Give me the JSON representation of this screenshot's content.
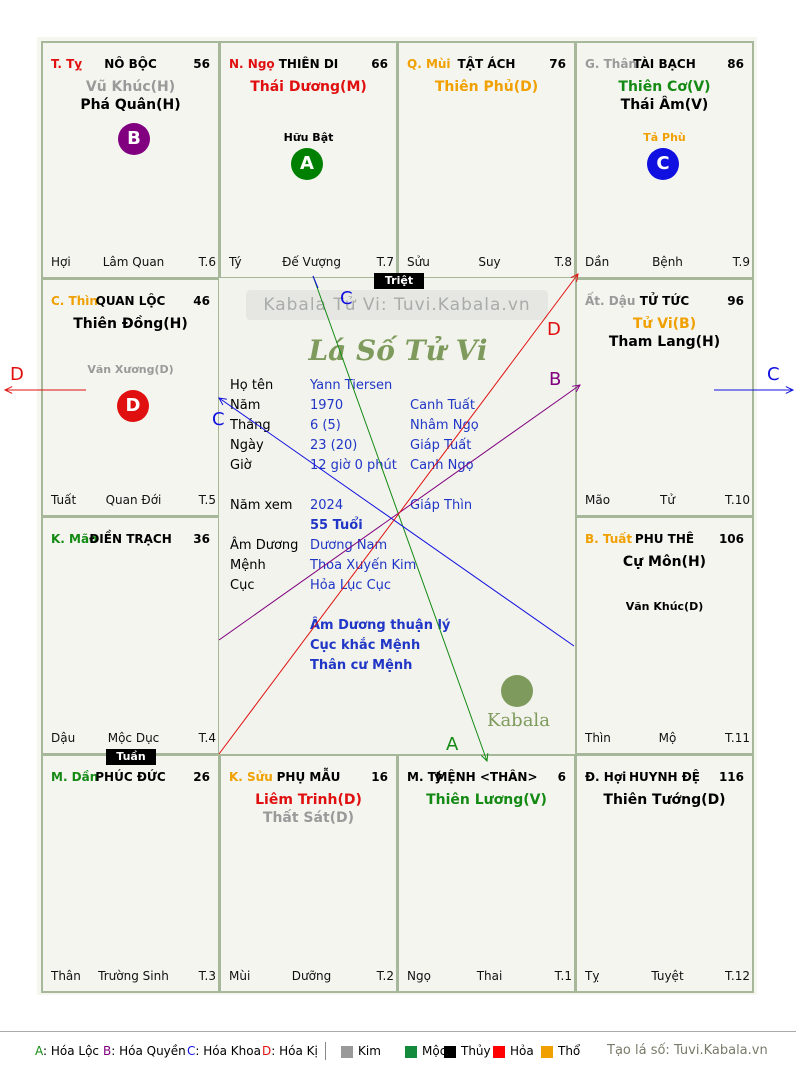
{
  "palaces": [
    {
      "id": "ty",
      "can_chi": "T. Tỵ",
      "can_color": "#e01010",
      "name": "NÔ BỘC",
      "num": "56",
      "stars": [
        {
          "t": "Vũ Khúc(H)",
          "c": "#9a9a9a"
        },
        {
          "t": "Phá Quân(H)",
          "c": "#000000"
        }
      ],
      "minor": [],
      "badge": {
        "t": "B",
        "c": "#800080"
      },
      "foot": [
        "Hợi",
        "Lâm Quan",
        "T.6"
      ]
    },
    {
      "id": "ngo",
      "can_chi": "N. Ngọ",
      "can_color": "#e01010",
      "name": "THIÊN DI",
      "num": "66",
      "stars": [
        {
          "t": "Thái Dương(M)",
          "c": "#e01010"
        }
      ],
      "minor": [
        {
          "t": "Hữu Bật",
          "c": "#000000"
        }
      ],
      "badge": {
        "t": "A",
        "c": "#008000"
      },
      "foot": [
        "Tý",
        "Đế Vượng",
        "T.7"
      ]
    },
    {
      "id": "mui",
      "can_chi": "Q. Mùi",
      "can_color": "#f0a000",
      "name": "TẬT ÁCH",
      "num": "76",
      "stars": [
        {
          "t": "Thiên Phủ(D)",
          "c": "#f0a000"
        }
      ],
      "minor": [],
      "badge": null,
      "foot": [
        "Sửu",
        "Suy",
        "T.8"
      ]
    },
    {
      "id": "than",
      "can_chi": "G. Thân",
      "can_color": "#9a9a9a",
      "name": "TÀI BẠCH",
      "num": "86",
      "stars": [
        {
          "t": "Thiên Cơ(V)",
          "c": "#148a14"
        },
        {
          "t": "Thái Âm(V)",
          "c": "#000000"
        }
      ],
      "minor": [
        {
          "t": "Tả Phù",
          "c": "#f0a000"
        }
      ],
      "badge": {
        "t": "C",
        "c": "#1010e0"
      },
      "foot": [
        "Dần",
        "Bệnh",
        "T.9"
      ]
    },
    {
      "id": "thin",
      "can_chi": "C. Thìn",
      "can_color": "#f0a000",
      "name": "QUAN LỘC",
      "num": "46",
      "stars": [
        {
          "t": "Thiên Đồng(H)",
          "c": "#000000"
        }
      ],
      "minor": [
        {
          "t": "Văn Xương(D)",
          "c": "#9a9a9a"
        }
      ],
      "badge": {
        "t": "D",
        "c": "#e01010"
      },
      "foot": [
        "Tuất",
        "Quan Đới",
        "T.5"
      ]
    },
    {
      "id": "dau",
      "can_chi": "Ất. Dậu",
      "can_color": "#9a9a9a",
      "name": "TỬ TỨC",
      "num": "96",
      "stars": [
        {
          "t": "Tử Vi(B)",
          "c": "#f0a000"
        },
        {
          "t": "Tham Lang(H)",
          "c": "#000000"
        }
      ],
      "minor": [],
      "badge": null,
      "foot": [
        "Mão",
        "Tử",
        "T.10"
      ]
    },
    {
      "id": "mao",
      "can_chi": "K. Mão",
      "can_color": "#148a14",
      "name": "ĐIỀN TRẠCH",
      "num": "36",
      "stars": [],
      "minor": [],
      "badge": null,
      "foot": [
        "Dậu",
        "Mộc Dục",
        "T.4"
      ]
    },
    {
      "id": "tuat",
      "can_chi": "B. Tuất",
      "can_color": "#f0a000",
      "name": "PHU THÊ",
      "num": "106",
      "stars": [
        {
          "t": "Cự Môn(H)",
          "c": "#000000"
        }
      ],
      "minor": [
        {
          "t": "Văn Khúc(D)",
          "c": "#000000"
        }
      ],
      "badge": null,
      "foot": [
        "Thìn",
        "Mộ",
        "T.11"
      ]
    },
    {
      "id": "dan",
      "can_chi": "M. Dần",
      "can_color": "#148a14",
      "name": "PHÚC ĐỨC",
      "num": "26",
      "stars": [],
      "minor": [],
      "badge": null,
      "foot": [
        "Thân",
        "Trường Sinh",
        "T.3"
      ]
    },
    {
      "id": "suu",
      "can_chi": "K. Sửu",
      "can_color": "#f0a000",
      "name": "PHỤ MẪU",
      "num": "16",
      "stars": [
        {
          "t": "Liêm Trinh(D)",
          "c": "#e01010"
        },
        {
          "t": "Thất Sát(D)",
          "c": "#9a9a9a"
        }
      ],
      "minor": [],
      "badge": null,
      "foot": [
        "Mùi",
        "Dưỡng",
        "T.2"
      ]
    },
    {
      "id": "tyy",
      "can_chi": "M. Tý",
      "can_color": "#000000",
      "name": "MỆNH <THÂN>",
      "num": "6",
      "stars": [
        {
          "t": "Thiên Lương(V)",
          "c": "#148a14"
        }
      ],
      "minor": [],
      "badge": null,
      "foot": [
        "Ngọ",
        "Thai",
        "T.1"
      ]
    },
    {
      "id": "hoi",
      "can_chi": "Đ. Hợi",
      "can_color": "#000000",
      "name": "HUYNH ĐỆ",
      "num": "116",
      "stars": [
        {
          "t": "Thiên Tướng(D)",
          "c": "#000000"
        }
      ],
      "minor": [],
      "badge": null,
      "foot": [
        "Tỵ",
        "Tuyệt",
        "T.12"
      ]
    }
  ],
  "center": {
    "watermark": "Kabala Tử Vi: Tuvi.Kabala.vn",
    "title": "Lá Số Tử Vi",
    "rows": [
      {
        "label": "Họ tên",
        "v1": "Yann Tiersen",
        "v2": ""
      },
      {
        "label": "Năm",
        "v1": "1970",
        "v2": "Canh Tuất"
      },
      {
        "label": "Tháng",
        "v1": "6  (5)",
        "v2": "Nhâm Ngọ"
      },
      {
        "label": "Ngày",
        "v1": "23  (20)",
        "v2": "Giáp Tuất"
      },
      {
        "label": "Giờ",
        "v1": "12 giờ 0 phút",
        "v2": "Canh Ngọ"
      }
    ],
    "nam_xem_label": "Năm xem",
    "nam_xem": "2024",
    "nam_xem_can": "Giáp Thìn",
    "tuoi": "55 Tuổi",
    "rows2": [
      {
        "label": "Âm Dương",
        "v1": "Dương Nam"
      },
      {
        "label": "Mệnh",
        "v1": "Thoa Xuyến Kim"
      },
      {
        "label": "Cục",
        "v1": "Hỏa Lục Cục"
      }
    ],
    "notes": [
      "Âm Dương thuận lý",
      "Cục khắc Mệnh",
      "Thân cư Mệnh"
    ],
    "brand": "Kabala"
  },
  "tags": {
    "triet": "Triệt",
    "tuan": "Tuần"
  },
  "arrow_letters": {
    "a": "A",
    "b": "B",
    "c": "C",
    "d": "D"
  },
  "legend": {
    "a": "A: Hóa Lộc",
    "b": "B: Hóa Quyền",
    "c": "C: Hóa Khoa",
    "d": "D: Hóa Kị",
    "elements": [
      {
        "name": "Kim",
        "color": "#999999"
      },
      {
        "name": "Mộc",
        "color": "#148a3c"
      },
      {
        "name": "Thủy",
        "color": "#000000"
      },
      {
        "name": "Hỏa",
        "color": "#ff0000"
      },
      {
        "name": "Thổ",
        "color": "#f0a000"
      }
    ],
    "site": "Tạo lá số: Tuvi.Kabala.vn"
  },
  "colors": {
    "a": "#148a14",
    "b": "#800080",
    "c": "#1010e0",
    "d": "#e01010",
    "grid": "#a7b89a"
  }
}
